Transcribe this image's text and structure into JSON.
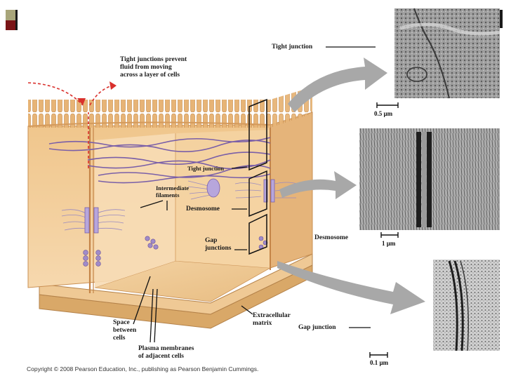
{
  "labels": {
    "tight_junctions_prevent": "Tight junctions prevent\nfluid from moving\nacross a layer of cells",
    "tight_junction_micrograph": "Tight junction",
    "tight_junction_inner": "Tight junction",
    "intermediate_filaments": "Intermediate\nfilaments",
    "desmosome_inner": "Desmosome",
    "desmosome_micrograph": "Desmosome",
    "gap_junctions": "Gap\njunctions",
    "extracellular_matrix": "Extracellular\nmatrix",
    "gap_junction_micrograph": "Gap junction",
    "space_between_cells": "Space\nbetween\ncells",
    "plasma_membranes": "Plasma membranes\nof adjacent cells"
  },
  "scale_bars": {
    "tight": "0.5 µm",
    "desmosome": "1 µm",
    "gap": "0.1 µm"
  },
  "copyright": "Copyright © 2008 Pearson Education, Inc., publishing as Pearson Benjamin Cummings.",
  "colors": {
    "cell_fill": "#f2cc96",
    "cell_shade": "#e3ad6e",
    "cell_edge": "#c98f52",
    "microvilli": "#e9b677",
    "filament": "#7a5fa8",
    "arrow_gray": "#a8a8a8",
    "dashed_arrow": "#d9302c"
  }
}
